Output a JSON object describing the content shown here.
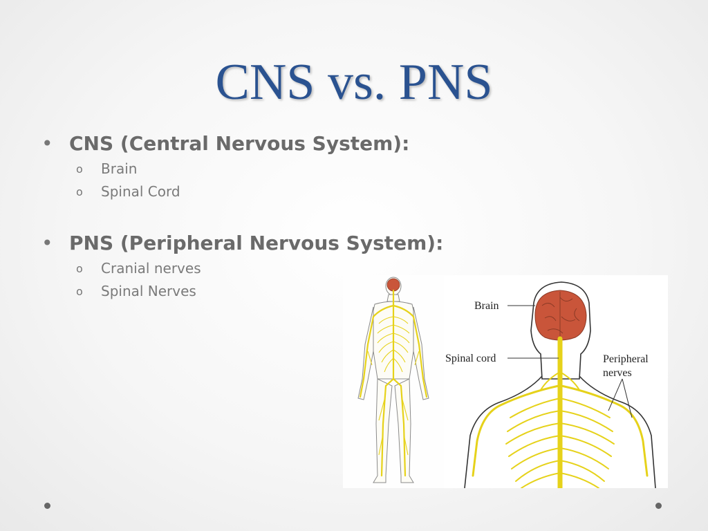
{
  "title": "CNS vs. PNS",
  "sections": [
    {
      "heading": "CNS (Central Nervous System):",
      "items": [
        "Brain",
        "Spinal Cord"
      ]
    },
    {
      "heading": "PNS (Peripheral Nervous System):",
      "items": [
        "Cranial nerves",
        "Spinal Nerves"
      ]
    }
  ],
  "bullet_glyph": "•",
  "sub_bullet_glyph": "o",
  "figure": {
    "labels": {
      "brain": "Brain",
      "spinal_cord": "Spinal cord",
      "peripheral_line1": "Peripheral",
      "peripheral_line2": "nerves"
    }
  },
  "colors": {
    "title": "#2a5290",
    "text": "#6a6a6a",
    "nerve": "#e6d21a",
    "brain": "#c9553a"
  }
}
